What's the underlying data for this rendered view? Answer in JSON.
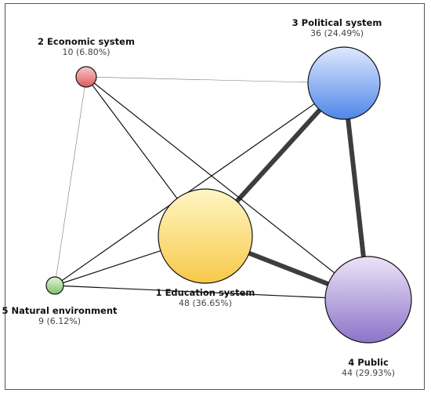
{
  "network": {
    "nodes": [
      {
        "id": 1,
        "name": "1 Education system",
        "count": "48 (36.65%)",
        "value": 48,
        "percent": 36.65,
        "color_top": "#fff6c4",
        "color_bottom": "#f7c94a"
      },
      {
        "id": 2,
        "name": "2 Economic system",
        "count": "10 (6.80%)",
        "value": 10,
        "percent": 6.8,
        "color_top": "#f7c9c9",
        "color_bottom": "#df5a5a"
      },
      {
        "id": 3,
        "name": "3 Political system",
        "count": "36 (24.49%)",
        "value": 36,
        "percent": 24.49,
        "color_top": "#dfe9ff",
        "color_bottom": "#4f86e8"
      },
      {
        "id": 4,
        "name": "4 Public",
        "count": "44 (29.93%)",
        "value": 44,
        "percent": 29.93,
        "color_top": "#ece4f7",
        "color_bottom": "#8c73c9"
      },
      {
        "id": 5,
        "name": "5 Natural environment",
        "count": "9 (6.12%)",
        "value": 9,
        "percent": 6.12,
        "color_top": "#e4f4da",
        "color_bottom": "#7fc26a"
      }
    ],
    "edges": [
      {
        "from": 1,
        "to": 4,
        "weight": "strong"
      },
      {
        "from": 1,
        "to": 3,
        "weight": "strong"
      },
      {
        "from": 3,
        "to": 4,
        "weight": "strong"
      },
      {
        "from": 2,
        "to": 1,
        "weight": "thin"
      },
      {
        "from": 2,
        "to": 4,
        "weight": "thin"
      },
      {
        "from": 2,
        "to": 3,
        "weight": "hairline"
      },
      {
        "from": 2,
        "to": 5,
        "weight": "hairline"
      },
      {
        "from": 5,
        "to": 3,
        "weight": "thin"
      },
      {
        "from": 5,
        "to": 1,
        "weight": "thin"
      },
      {
        "from": 5,
        "to": 4,
        "weight": "thin"
      }
    ]
  }
}
